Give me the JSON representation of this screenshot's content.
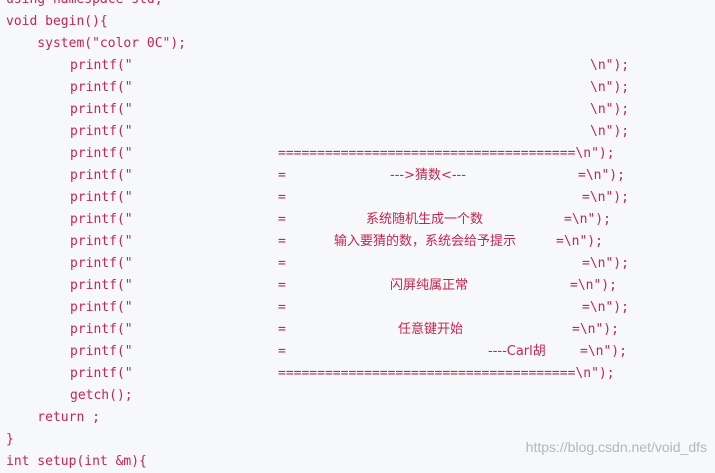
{
  "code_lines": [
    {
      "parts": [
        "using namespace std;"
      ]
    },
    {
      "parts": [
        "void begin(){"
      ]
    },
    {
      "parts": [
        "    system(\"color 0C\");"
      ]
    },
    {
      "parts": [
        "printf(\"",
        "\\n\");"
      ]
    },
    {
      "parts": [
        "printf(\"",
        "\\n\");"
      ]
    },
    {
      "parts": [
        "printf(\"",
        "\\n\");"
      ]
    },
    {
      "parts": [
        "printf(\"",
        "\\n\");"
      ]
    },
    {
      "parts": [
        "printf(\"",
        "======================================\\n\");"
      ]
    },
    {
      "parts": [
        "printf(\"",
        "=",
        "--->猜数<---",
        "=\\n\");"
      ]
    },
    {
      "parts": [
        "printf(\"",
        "=",
        "=\\n\");"
      ]
    },
    {
      "parts": [
        "printf(\"",
        "=",
        "系统随机生成一个数",
        "=\\n\");"
      ]
    },
    {
      "parts": [
        "printf(\"",
        "=",
        "输入要猜的数，系统会给予提示",
        "=\\n\");"
      ]
    },
    {
      "parts": [
        "printf(\"",
        "=",
        "=\\n\");"
      ]
    },
    {
      "parts": [
        "printf(\"",
        "=",
        "闪屏纯属正常",
        "=\\n\");"
      ]
    },
    {
      "parts": [
        "printf(\"",
        "=",
        "=\\n\");"
      ]
    },
    {
      "parts": [
        "printf(\"",
        "=",
        "任意键开始",
        "=\\n\");"
      ]
    },
    {
      "parts": [
        "printf(\"",
        "=",
        "----Carl胡",
        "=\\n\");"
      ]
    },
    {
      "parts": [
        "printf(\"",
        "======================================\\n\");"
      ]
    },
    {
      "parts": [
        "getch();"
      ]
    },
    {
      "parts": [
        "    return ;"
      ]
    },
    {
      "parts": [
        "}"
      ]
    },
    {
      "parts": [
        "int setup(int &m){"
      ]
    }
  ],
  "watermark": "https://blog.csdn.net/void_dfs",
  "colors": {
    "code_text": "#c7254e",
    "background": "#f6f8fa",
    "watermark": "#aaaaaa"
  }
}
